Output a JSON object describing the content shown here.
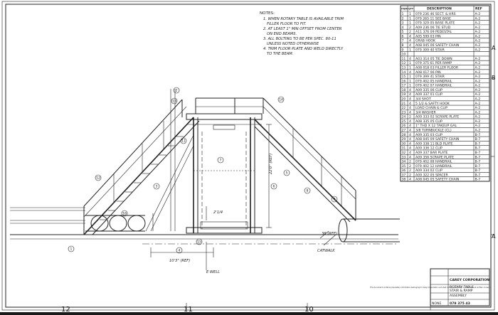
{
  "notes": {
    "title": "NOTES:",
    "lines": [
      "1. WHEN ROTARY TABLE IS AVAILABLE TRIM",
      "FILLER FLOOR TO FIT.",
      "2. AT LEAST 1\" MIN OFFSET FROM CENTER",
      "ON END BEAMS.",
      "3. ALL BOLTING TO BE PER SPEC. 80-11",
      "UNLESS NOTED OTHERWISE",
      "4. TRIM FLOOR PLATE AND WELD DIRECTLY",
      "TO THE BEAM."
    ]
  },
  "parts_table": {
    "headers": [
      "ITEM",
      "QTY",
      "DESCRIPTION",
      "REF"
    ],
    "rows": [
      [
        "1",
        "1",
        "079 236 46 SECT. & HRS",
        "A-2"
      ],
      [
        "2",
        "1",
        "079 265 11 SEE BASE",
        "A-2"
      ],
      [
        "3",
        "1",
        "079 329 05 BASE PLATE",
        "A-2"
      ],
      [
        "4",
        "2",
        "A09 236 06 TIE STUD",
        "A-2"
      ],
      [
        "5",
        "2",
        "A11 376 09 PEDESTAL",
        "A-2"
      ],
      [
        "6",
        "4",
        "A05 599 03 PIN",
        "A-2"
      ],
      [
        "7",
        "4",
        "GRAB HOOK",
        "A-2"
      ],
      [
        "8",
        "4",
        "A08 045 06 SAFETY CHAIN",
        "A-2"
      ],
      [
        "9",
        "1",
        "079 399 40 STAIR",
        "A-2"
      ],
      [
        "10",
        "",
        "",
        ""
      ],
      [
        "11",
        "4",
        "A03 314 05 TIE DOWN",
        "A-2"
      ],
      [
        "12",
        "1",
        "079 375 61 PER RAMP",
        "A-2"
      ],
      [
        "13",
        "1",
        "A08 018 03 FILLER FLOOR",
        "A-2"
      ],
      [
        "14",
        "4",
        "A08 017 06 PIN",
        "A-2"
      ],
      [
        "15",
        "1",
        "079 399 41 STAIR",
        "A-2"
      ],
      [
        "16",
        "1",
        "079 402 05 HANDRAIL",
        "A-2"
      ],
      [
        "17",
        "1",
        "079 402 07 HANDRAIL",
        "A-2"
      ],
      [
        "18",
        "4",
        "A09 335 06 CLIP",
        "A-2"
      ],
      [
        "19",
        "4",
        "A09 337 01 CLIP",
        "A-2"
      ],
      [
        "20",
        "4",
        "3/4 SHOT",
        "A-2"
      ],
      [
        "21",
        "4",
        "5 1/2 & SAFTY HOOK",
        "A-2"
      ],
      [
        "22",
        "4",
        "LOAD CHAIN & CLIP",
        "A-2"
      ],
      [
        "23",
        "4",
        "3/4 WASHER",
        "A-2"
      ],
      [
        "24",
        "2",
        "A09 333 02 SCRAPE PLATE",
        "A-2"
      ],
      [
        "25",
        "4",
        "A08 335 05 CLIP",
        "A-2"
      ],
      [
        "26",
        "4",
        "1\" THD X 12 TAKEUP GAL",
        "A-2"
      ],
      [
        "27",
        "4",
        "3/8 TURNBUCKLE (CL)",
        "A-2"
      ],
      [
        "28",
        "4",
        "A09 335 03 CLIP",
        "B-7"
      ],
      [
        "29",
        "4",
        "A08 045 09 SAFETY CHAIN",
        "B-7"
      ],
      [
        "30",
        "4",
        "A09 338 11 BLD PLATE",
        "B-7"
      ],
      [
        "31",
        "4",
        "A09 336 12 CLIP",
        "B-7"
      ],
      [
        "32",
        "4",
        "A09 337 BAR PLATE",
        "B-7"
      ],
      [
        "33",
        "4",
        "A09 356 SCRAPE PLATE",
        "B-7"
      ],
      [
        "34",
        "2",
        "079 402 08 HANDRAIL",
        "B-7"
      ],
      [
        "35",
        "2",
        "079 402 12 HANDRAIL",
        "B-7"
      ],
      [
        "36",
        "2",
        "A09 334 02 CLIP",
        "B-7"
      ],
      [
        "37",
        "2",
        "A09 322 05 SPACER",
        "B-7"
      ],
      [
        "38",
        "4",
        "A08 045 05 SAFETY CHAIN",
        "B-7"
      ]
    ]
  },
  "callouts": [
    "1",
    "2",
    "3",
    "4",
    "5",
    "6",
    "7",
    "8",
    "9",
    "11",
    "12",
    "13",
    "14",
    "15",
    "16"
  ],
  "dimensions": {
    "height": "22'0\" (REF)",
    "small": "2'1/4",
    "base": "10'3\" (REF)",
    "beam": "36 (REF)",
    "well": "E WELL",
    "walk": "CATWALK"
  },
  "edge_labels": {
    "right": [
      "A",
      "B",
      "A"
    ],
    "bottom": [
      "12",
      "11",
      "10"
    ]
  },
  "title_block": {
    "company": "CAREY CORPORATION",
    "lines": [
      "ROTARY TABLE",
      "STAIR & RAMP",
      "ASSEMBLY"
    ],
    "drawing_no": "079 375 43",
    "scale": "NONE"
  },
  "disclaimer": "This document contains proprietary information belonging to Carey Corporation and shall not be reproduced or used without written consent."
}
